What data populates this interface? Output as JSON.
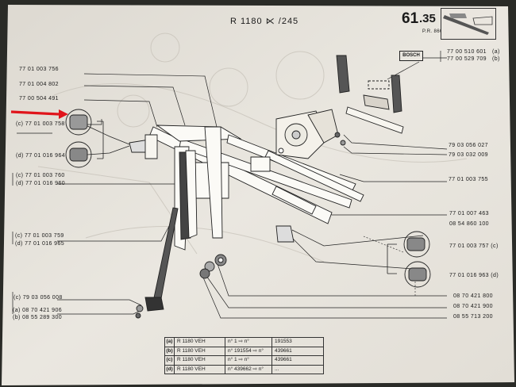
{
  "header": {
    "model_ref": "R 1180 ⋉ /245",
    "page_number": "61",
    "page_section": ".35",
    "revision": "P.R. 860"
  },
  "brand_box": "BOSCH",
  "callouts_left": [
    "77 01 003 756",
    "77 01 004 802",
    "77 00 504 491",
    "(c) 77 01 003 758",
    "(d) 77 01 016 964",
    "(c) 77 01 003 760",
    "(d) 77 01 016 960",
    "(c) 77 01 003 759",
    "(d) 77 01 016 965",
    "(c) 79 03 056 008",
    "(a) 08 70 421 906",
    "(b) 08 55 289 300"
  ],
  "callouts_right": [
    "77 00 510 601",
    "77 00 529 709",
    "79 03 056 027",
    "79 03 032 009",
    "77 01 003 755",
    "77 01 007 463",
    "08 54 860 100",
    "77 01 003 757 (c)",
    "77 01 016 963 (d)",
    "08 70 421 800",
    "08 70 421 900",
    "08 55 713 200"
  ],
  "right_suffixes": [
    "(a)",
    "(b)"
  ],
  "legend": [
    {
      "code": "(a)",
      "model": "R 1180 VEH",
      "from": "n° 1 ⇨ n°",
      "to": "191553"
    },
    {
      "code": "(b)",
      "model": "R 1180 VEH",
      "from": "n° 191554 ⇨ n°",
      "to": "439661"
    },
    {
      "code": "(c)",
      "model": "R 1180 VEH",
      "from": "n° 1 ⇨ n°",
      "to": "439661"
    },
    {
      "code": "(d)",
      "model": "R 1180 VEH",
      "from": "n° 439662 ⇨ n°",
      "to": "..."
    }
  ],
  "colors": {
    "paper": "#e7e3db",
    "ink": "#1a1a1a",
    "marker_arrow": "#e0141b",
    "background": "#2a2b27"
  },
  "icons": [
    "red-arrow-marker",
    "wiper-thumbnail-icon"
  ]
}
